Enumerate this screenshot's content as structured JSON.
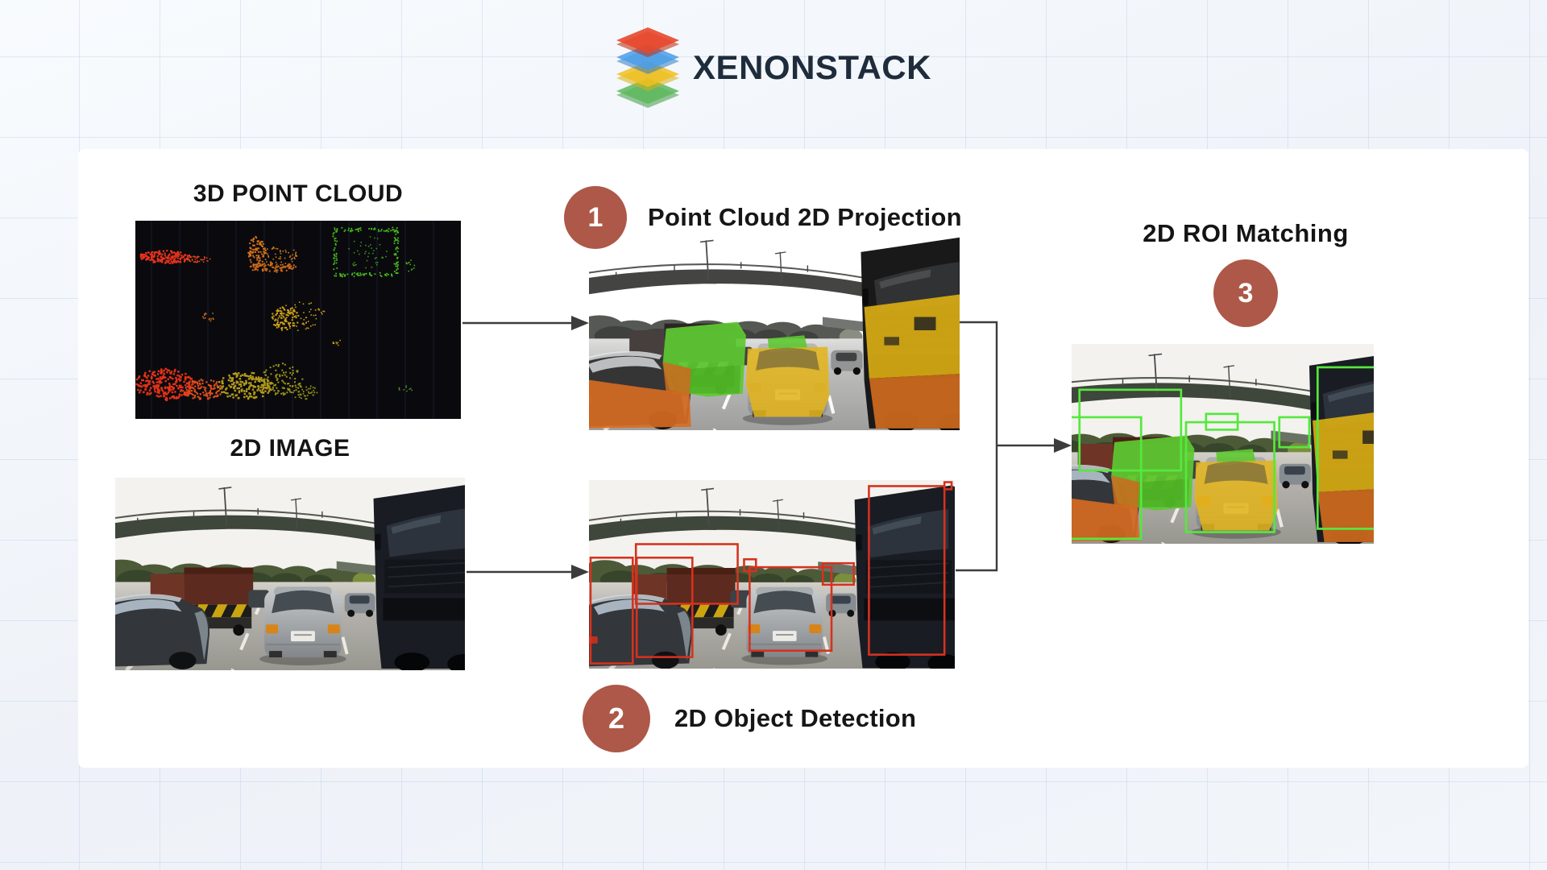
{
  "logo": {
    "text": "XENONSTACK"
  },
  "diagram": {
    "inputs": [
      {
        "label": "3D POINT CLOUD"
      },
      {
        "label": "2D IMAGE"
      }
    ],
    "steps": [
      {
        "number": "1",
        "label": "Point Cloud 2D Projection"
      },
      {
        "number": "2",
        "label": "2D Object Detection"
      },
      {
        "number": "3",
        "label": "2D ROI Matching"
      }
    ]
  },
  "colors": {
    "badge": "#ad5848",
    "arrow": "#3c3c3c",
    "detection_box": "#d5321f",
    "roi_box": "#55e83e",
    "logo_text": "#1f2c3c",
    "point_cloud_background": "#0a0a0e"
  }
}
